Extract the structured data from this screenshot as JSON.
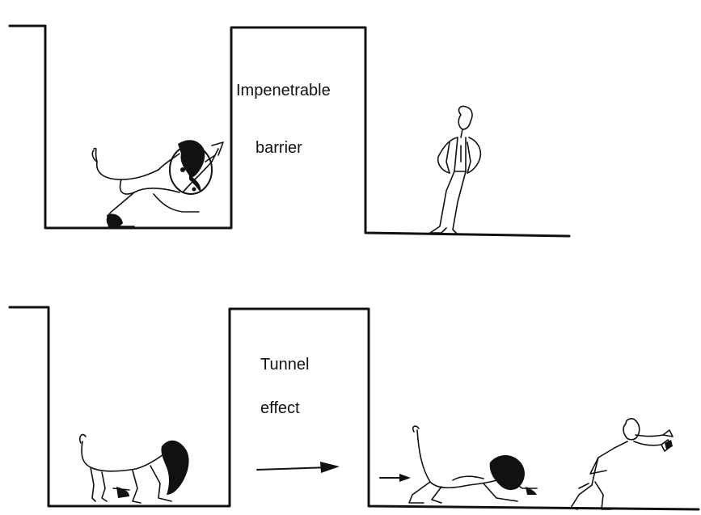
{
  "panels": {
    "top": {
      "label_line1": "Impenetrable",
      "label_line2": "barrier"
    },
    "bottom": {
      "label_line1": "Tunnel",
      "label_line2": "effect"
    }
  },
  "icons": {
    "top_lion": "lion-pushing-icon",
    "top_man": "man-standing-icon",
    "bottom_lion_inside": "lion-walking-icon",
    "bottom_lion_outside": "lion-crouching-icon",
    "bottom_man": "man-fleeing-icon",
    "arrow": "arrow-right-icon"
  },
  "colors": {
    "ink": "#111111",
    "background": "#ffffff"
  }
}
